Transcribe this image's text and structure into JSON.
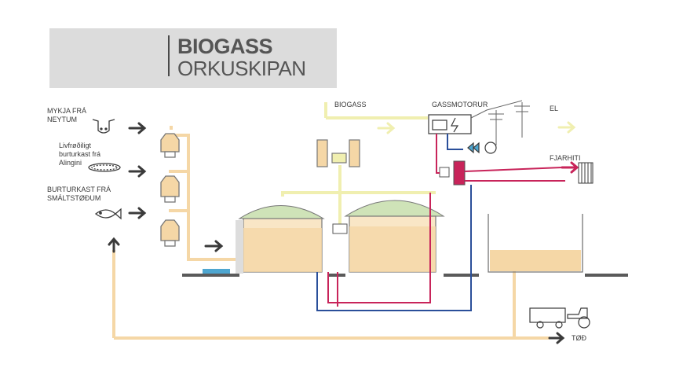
{
  "title": {
    "main": "BIOGASS",
    "sub": "ORKUSKIPAN"
  },
  "inputs": [
    {
      "label_line1": "MYKJA FRÁ",
      "label_line2": "NEYTUM",
      "icon": "cow-icon"
    },
    {
      "label_line1": "Livfrøðiligt",
      "label_line2": "burturkast frá",
      "label_line3": "Alingini",
      "icon": "ring-icon"
    },
    {
      "label_line1": "BURTURKAST FRÁ",
      "label_line2": "SMÁLTSTØÐUM",
      "icon": "fish-icon"
    }
  ],
  "labels": {
    "biogass": "BIOGASS",
    "gassmotorur": "GASSMOTORUR",
    "el": "EL",
    "fjarhiti": "FJARHITI",
    "tod": "TØÐ"
  },
  "colors": {
    "feed": "#f5d7a6",
    "gas": "#f0efb0",
    "dome": "#cfe3b8",
    "hot": "#c8245a",
    "cold": "#2a4f9a",
    "arrow": "#3a3a3a",
    "ground": "#5a5a5a"
  }
}
